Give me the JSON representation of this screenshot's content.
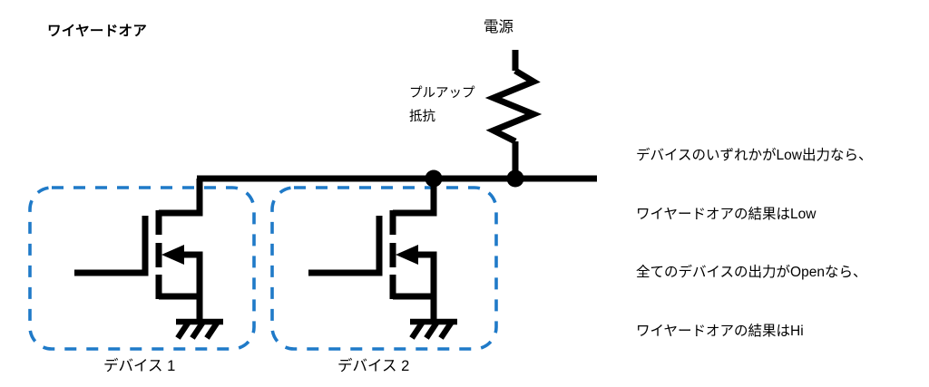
{
  "diagram": {
    "title": "ワイヤードオア",
    "background_color": "#FFFFFF",
    "wire_color": "#000000",
    "box_color": "#1F7AC8"
  },
  "labels": {
    "power_source": "電源",
    "pullup_line1": "プルアップ",
    "pullup_line2": "抵抗",
    "device_1": "デバイス 1",
    "device_2": "デバイス 2"
  },
  "notes": {
    "line1": "デバイスのいずれかがLow出力なら、",
    "line2": "ワイヤードオアの結果はLow",
    "line3": "全てのデバイスの出力がOpenなら、",
    "line4": "ワイヤードオアの結果はHi"
  },
  "components": {
    "resistor": "pull-up-resistor",
    "transistor_1": "n-channel-mosfet",
    "transistor_2": "n-channel-mosfet",
    "ground_1": "chassis-ground",
    "ground_2": "chassis-ground",
    "junction_dots": 2
  }
}
